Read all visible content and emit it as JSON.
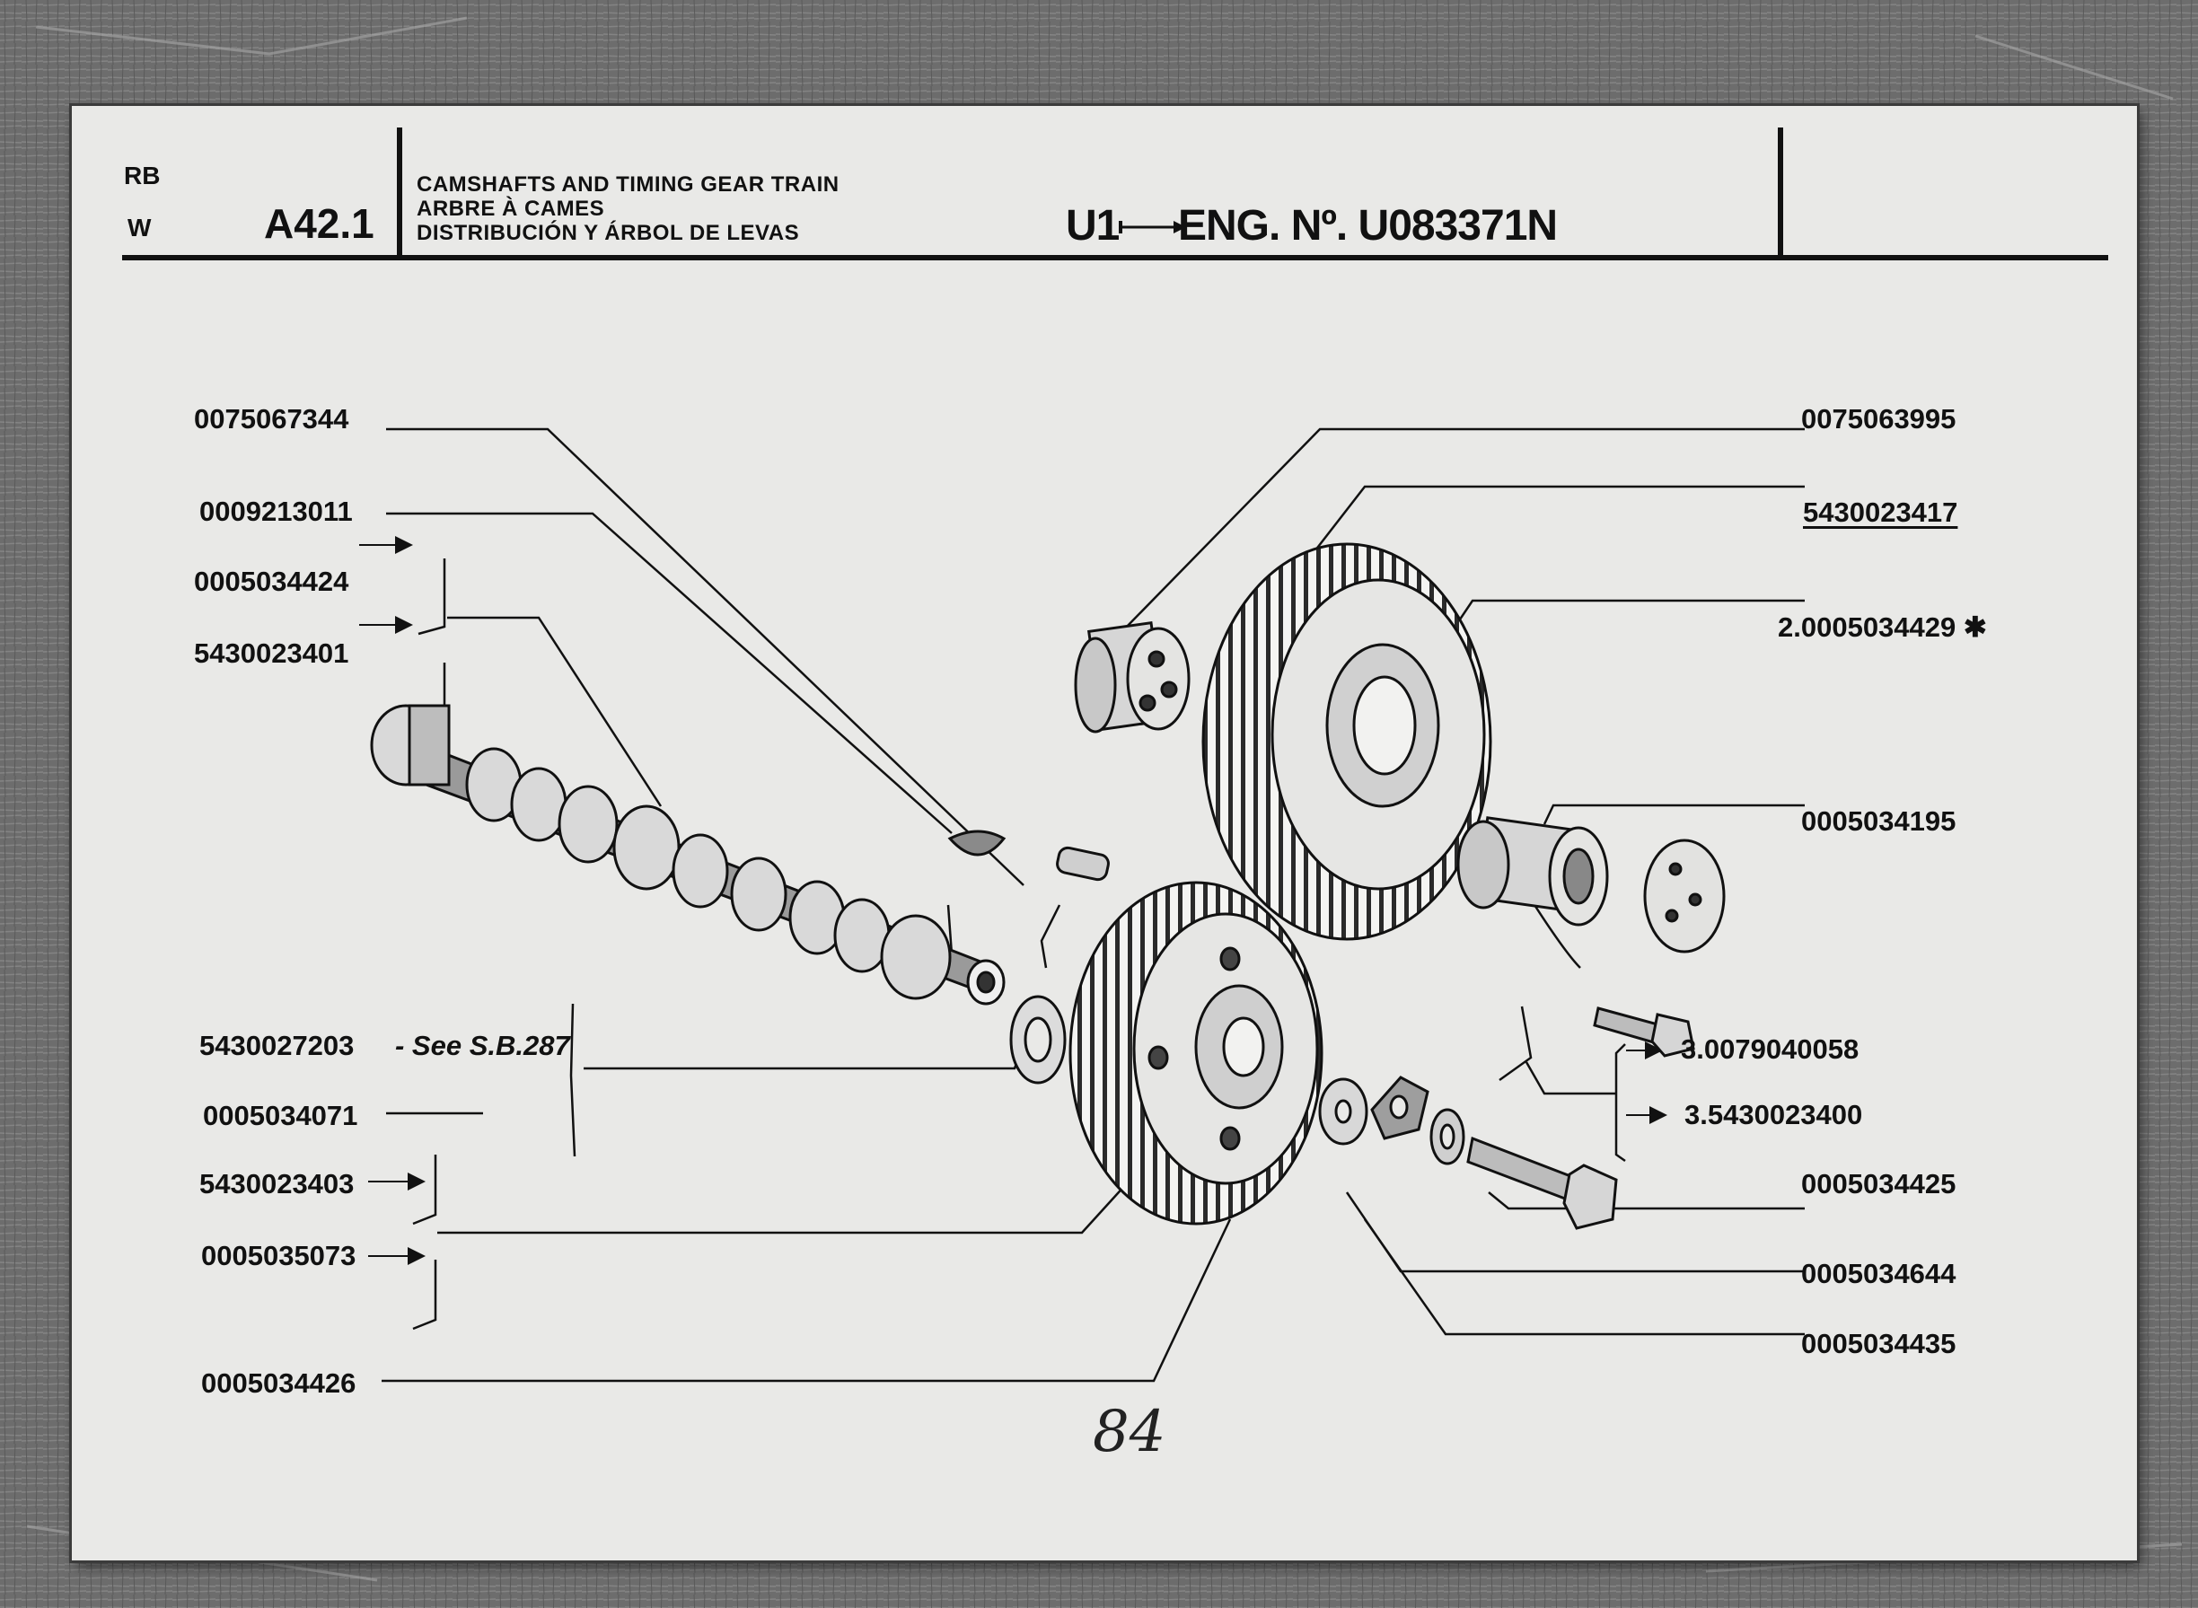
{
  "header": {
    "code_top": "RB",
    "code_bottom": "W",
    "section": "A42.1",
    "title_en": "CAMSHAFTS AND TIMING GEAR TRAIN",
    "title_fr": "ARBRE À CAMES",
    "title_es": "DISTRIBUCIÓN Y ÁRBOL DE LEVAS",
    "serial_prefix": "U1",
    "serial_eng": "ENG. Nº. U083371N"
  },
  "left_parts": {
    "p1": "0075067344",
    "p2": "0009213011",
    "p3": "0005034424",
    "p4": "5430023401",
    "p5": "5430027203",
    "p5_note": "- See S.B.287",
    "p6": "0005034071",
    "p7": "5430023403",
    "p8": "0005035073",
    "p9": "0005034426"
  },
  "right_parts": {
    "p1": "0075063995",
    "p2": "5430023417",
    "p3": "2.0005034429 ✱",
    "p4": "0005034195",
    "p5": "3.0079040058",
    "p6": "3.5430023400",
    "p7": "0005034425",
    "p8": "0005034644",
    "p9": "0005034435"
  },
  "page_number": "84"
}
